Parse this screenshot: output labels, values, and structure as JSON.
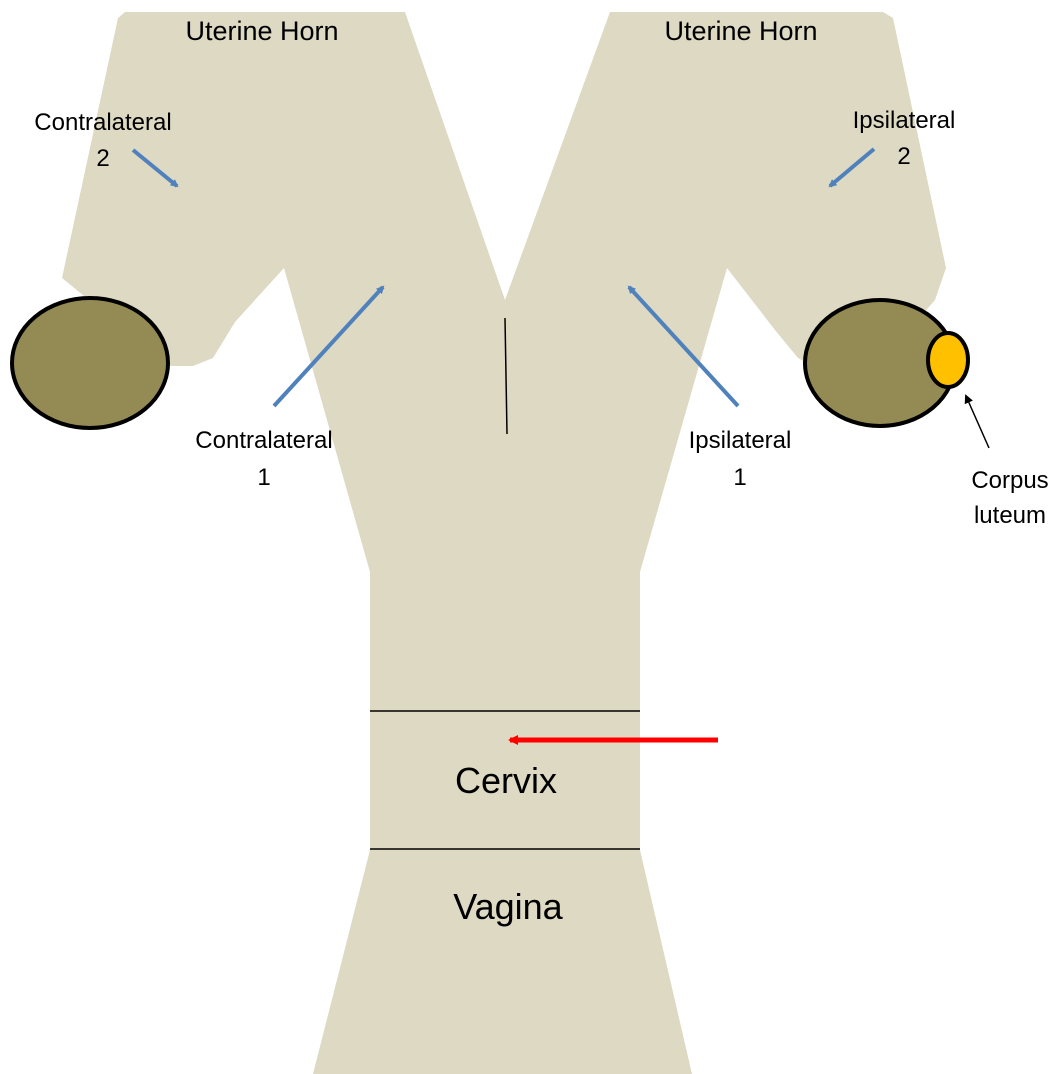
{
  "labels": {
    "left_horn": "Uterine Horn",
    "right_horn": "Uterine Horn",
    "contralateral_2_line1": "Contralateral",
    "contralateral_2_line2": "2",
    "ipsilateral_2_line1": "Ipsilateral",
    "ipsilateral_2_line2": "2",
    "contralateral_1_line1": "Contralateral",
    "contralateral_1_line2": "1",
    "ipsilateral_1_line1": "Ipsilateral",
    "ipsilateral_1_line2": "1",
    "corpus_luteum_line1": "Corpus",
    "corpus_luteum_line2": "luteum",
    "cervix": "Cervix",
    "vagina": "Vagina"
  },
  "colors": {
    "tissue": "#ddd9c3",
    "ovary": "#948a54",
    "corpus_luteum": "#ffc000",
    "blue_arrow": "#4f81bd",
    "red_arrow": "#ff0000",
    "outline": "#000000"
  }
}
